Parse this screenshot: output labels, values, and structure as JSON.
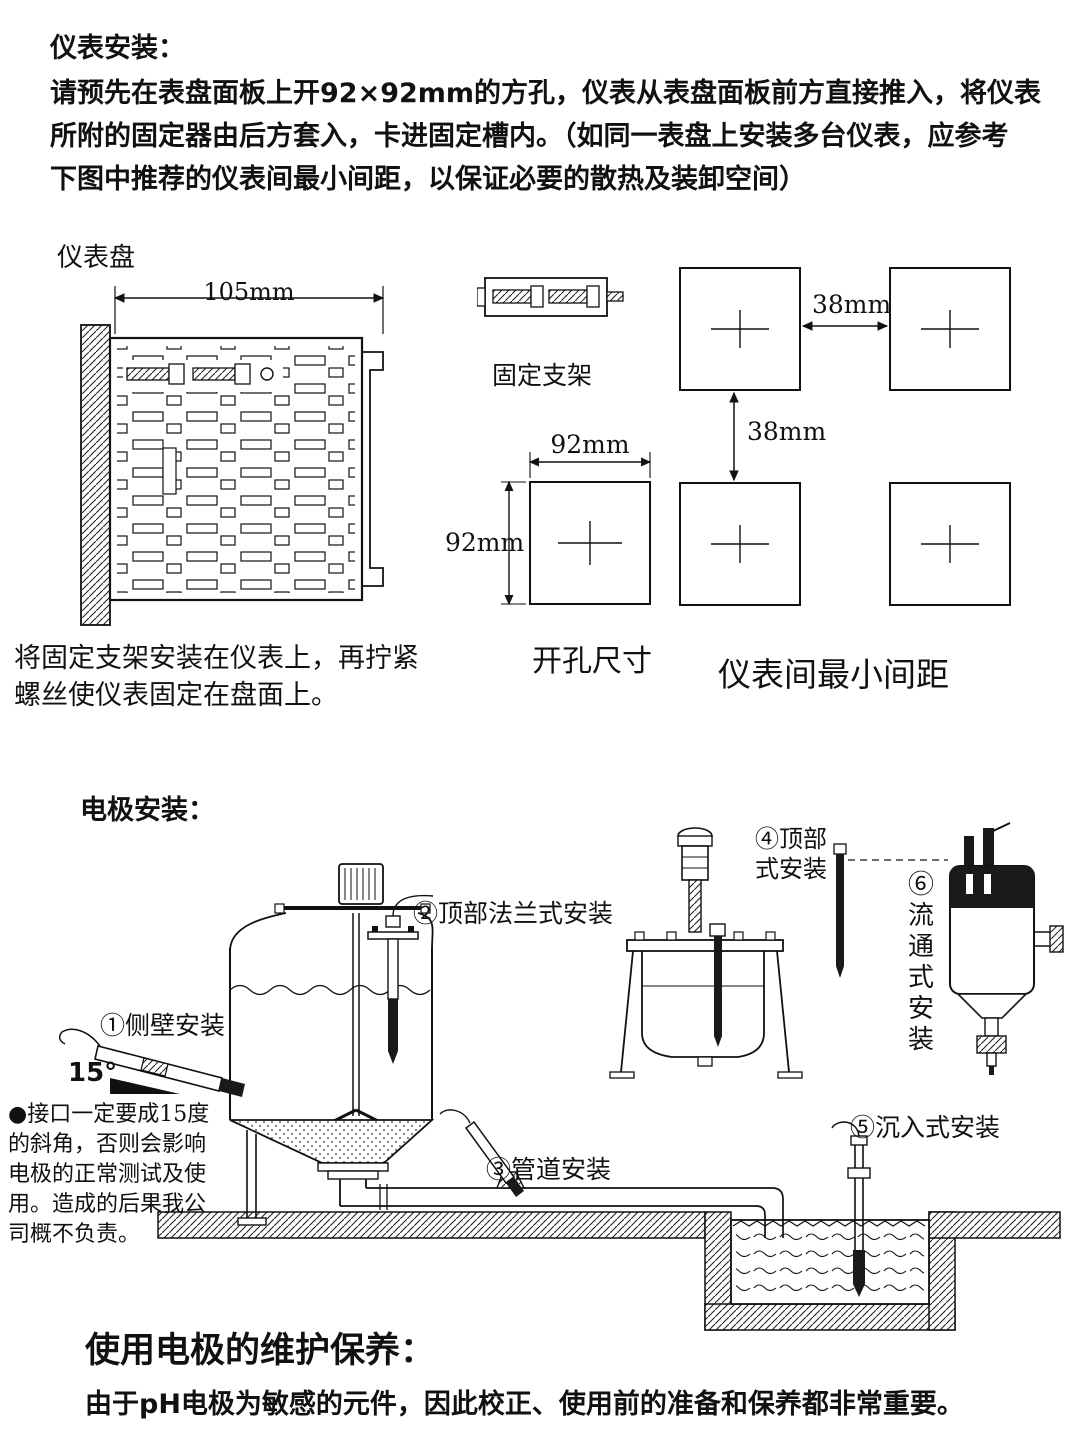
{
  "installation": {
    "title": "仪表安装：",
    "body_lines": [
      "请预先在表盘面板上开92×92mm的方孔，仪表从表盘面板前方直接推入，将仪表",
      "所附的固定器由后方套入，卡进固定槽内。（如同一表盘上安装多台仪表，应参考",
      "下图中推荐的仪表间最小间距，以保证必要的散热及装卸空间）"
    ],
    "panel": {
      "label": "仪表盘",
      "width_dim": "105mm",
      "note_lines": [
        "将固定支架安装在仪表上，再拧紧",
        "螺丝使仪表固定在盘面上。"
      ]
    },
    "bracket": {
      "label": "固定支架"
    },
    "cutout": {
      "width_dim": "92mm",
      "height_dim": "92mm",
      "caption": "开孔尺寸"
    },
    "spacing": {
      "h_dim": "38mm",
      "v_dim": "38mm",
      "caption": "仪表间最小间距"
    }
  },
  "electrode": {
    "title": "电极安装：",
    "labels": {
      "side_wall": "①侧壁安装",
      "angle": "15°",
      "top_flange": "②顶部法兰式安装",
      "pipe": "③管道安装",
      "top_lines": [
        "④顶部",
        "式安装"
      ],
      "submerged": "⑤沉入式安装",
      "flow_through": "⑥流通式安装"
    },
    "warning": "●接口一定要成15度的斜角，否则会影响电极的正常测试及使用。造成的后果我公司概不负责。"
  },
  "maintenance": {
    "title": "使用电极的维护保养：",
    "body": "由于pH电极为敏感的元件，因此校正、使用前的准备和保养都非常重要。"
  }
}
